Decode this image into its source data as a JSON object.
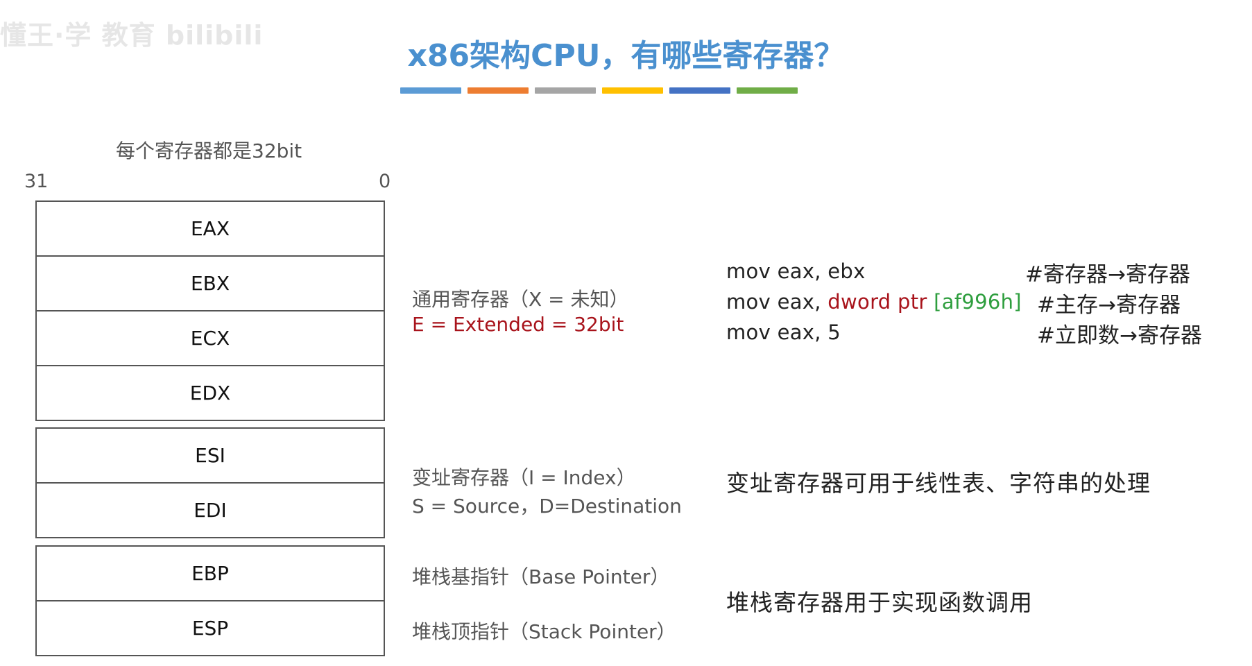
{
  "watermark": "懂王·学  教育 bilibili",
  "title": "x86架构CPU，有哪些寄存器？",
  "color_bars": [
    "#5b9bd5",
    "#ed7d31",
    "#a5a5a5",
    "#ffc000",
    "#4472c4",
    "#70ad47"
  ],
  "subtitle": "每个寄存器都是32bit",
  "bit_high": "31",
  "bit_low": "0",
  "groups": {
    "general": [
      "EAX",
      "EBX",
      "ECX",
      "EDX"
    ],
    "index": [
      "ESI",
      "EDI"
    ],
    "stack": [
      "EBP",
      "ESP"
    ]
  },
  "descriptions": {
    "general_line1": "通用寄存器（X = 未知）",
    "general_line2": "E = Extended = 32bit",
    "index_line1": "变址寄存器（I = Index）",
    "index_line2": "S = Source，D=Destination",
    "ebp": "堆栈基指针（Base Pointer）",
    "esp": "堆栈顶指针（Stack Pointer）"
  },
  "code": {
    "line1": "mov eax, ebx",
    "line2_prefix": "mov eax, ",
    "line2_red": "dword ptr",
    "line2_space": " ",
    "line2_green": "[af996h]",
    "line3": "mov eax, 5",
    "comment1": "#寄存器→寄存器",
    "comment2": "#主存→寄存器",
    "comment3": "#立即数→寄存器"
  },
  "notes": {
    "index": "变址寄存器可用于线性表、字符串的处理",
    "stack": "堆栈寄存器用于实现函数调用"
  }
}
